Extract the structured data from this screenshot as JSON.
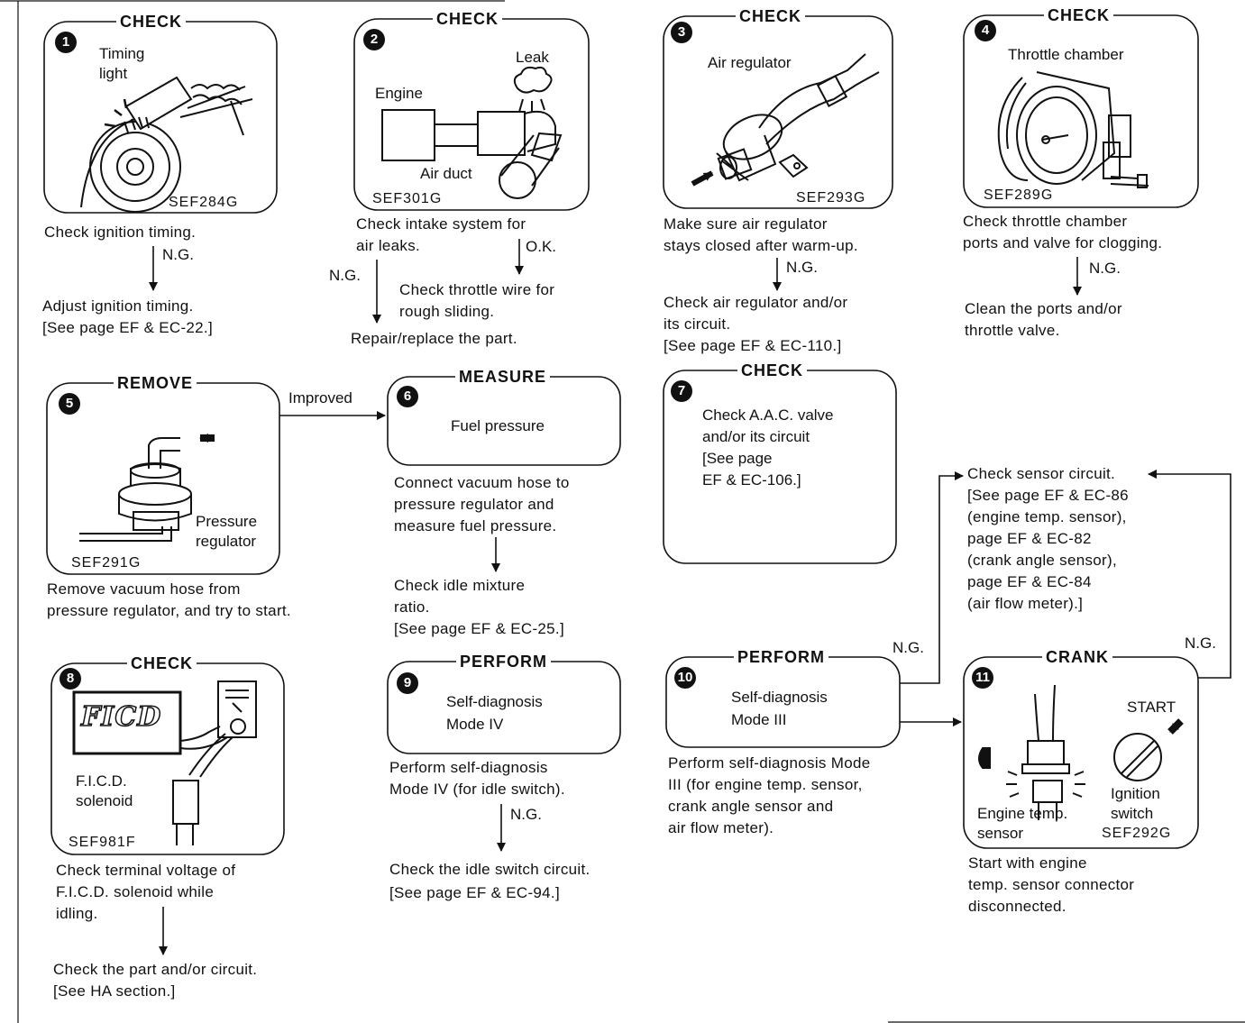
{
  "steps": [
    {
      "num": "1",
      "tag": "CHECK",
      "labels": [
        "Timing\nlight"
      ],
      "code": "SEF284G",
      "text": "Check ignition timing.",
      "ng": "N.G.",
      "result": "Adjust ignition timing.\n[See page EF & EC-22.]"
    },
    {
      "num": "2",
      "tag": "CHECK",
      "labels": [
        "Engine",
        "Leak",
        "Air duct"
      ],
      "code": "SEF301G",
      "text": "Check intake system for\nair leaks.",
      "ng": "N.G.",
      "ok": "O.K.",
      "ok_result": "Check throttle wire for\nrough sliding.",
      "ng_result": "Repair/replace the part."
    },
    {
      "num": "3",
      "tag": "CHECK",
      "labels": [
        "Air regulator"
      ],
      "code": "SEF293G",
      "text": "Make sure air regulator\nstays closed after warm-up.",
      "ng": "N.G.",
      "result": "Check air regulator and/or\nits circuit.\n[See page EF & EC-110.]"
    },
    {
      "num": "4",
      "tag": "CHECK",
      "labels": [
        "Throttle chamber"
      ],
      "code": "SEF289G",
      "text": "Check throttle chamber\nports and valve for clogging.",
      "ng": "N.G.",
      "result": "Clean the ports and/or\nthrottle valve."
    },
    {
      "num": "5",
      "tag": "REMOVE",
      "labels": [
        "Pressure\nregulator"
      ],
      "code": "SEF291G",
      "text": "Remove vacuum hose from\npressure regulator, and try to start.",
      "improved": "Improved"
    },
    {
      "num": "6",
      "tag": "MEASURE",
      "body": "Fuel pressure",
      "text": "Connect vacuum hose to\npressure regulator and\nmeasure fuel pressure.",
      "result": "Check idle mixture\nratio.\n[See page EF & EC-25.]"
    },
    {
      "num": "7",
      "tag": "CHECK",
      "body": "Check A.A.C. valve\nand/or its circuit\n[See page\nEF & EC-106.]"
    },
    {
      "num": "8",
      "tag": "CHECK",
      "labels": [
        "F.I.C.D.\nsolenoid"
      ],
      "logo": "FICD",
      "code": "SEF981F",
      "text": "Check terminal voltage of\nF.I.C.D. solenoid while\nidling.",
      "result": "Check the part and/or circuit.\n[See HA section.]"
    },
    {
      "num": "9",
      "tag": "PERFORM",
      "body": "Self-diagnosis\nMode IV",
      "text": "Perform self-diagnosis\nMode IV (for idle switch).",
      "ng": "N.G.",
      "result": "Check the idle switch circuit.\n[See page EF & EC-94.]"
    },
    {
      "num": "10",
      "tag": "PERFORM",
      "body": "Self-diagnosis\nMode III",
      "text": "Perform self-diagnosis Mode\nIII (for engine temp. sensor,\ncrank angle sensor and\nair flow meter).",
      "ng": "N.G."
    },
    {
      "num": "11",
      "tag": "CRANK",
      "labels": [
        "START",
        "Engine temp.\nsensor",
        "Ignition\nswitch"
      ],
      "code": "SEF292G",
      "text": "Start with engine\ntemp. sensor connector\ndisconnected.",
      "ng": "N.G."
    }
  ],
  "sensor_check": "Check sensor circuit.\n[See page EF & EC-86\n(engine temp. sensor),\npage EF & EC-82\n(crank angle sensor),\npage EF & EC-84\n(air flow meter).]"
}
